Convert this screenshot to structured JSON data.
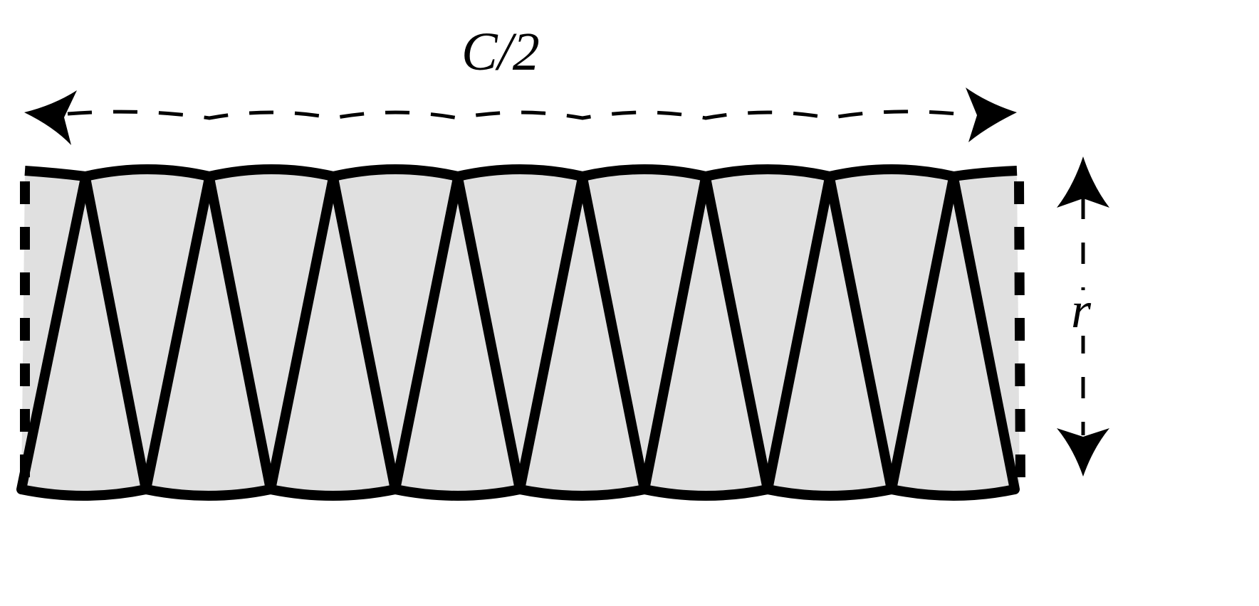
{
  "diagram": {
    "width_label": "C/2",
    "height_label": "r",
    "segment_count": 8,
    "colors": {
      "fill": "#e0e0e0",
      "stroke": "#000000"
    }
  }
}
